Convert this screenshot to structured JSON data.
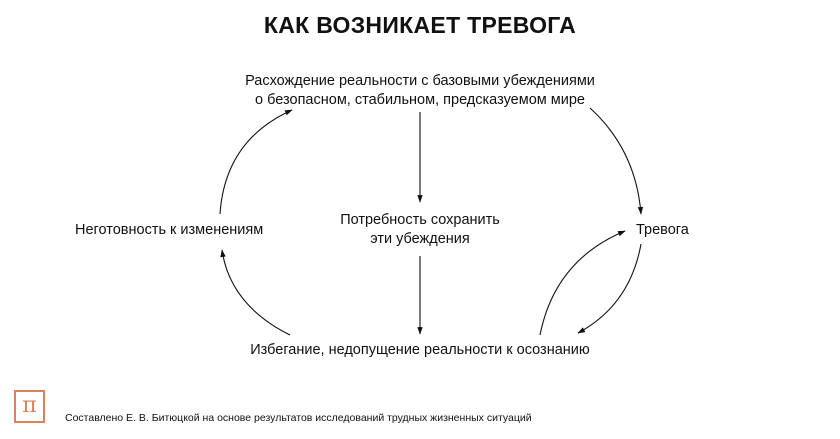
{
  "title": "КАК ВОЗНИКАЕТ ТРЕВОГА",
  "nodes": {
    "discrepancy_line1": "Расхождение реальности с базовыми убеждениями",
    "discrepancy_line2": "о безопасном, стабильном, предсказуемом мире",
    "need_line1": "Потребность сохранить",
    "need_line2": "эти убеждения",
    "unreadiness": "Неготовность к изменениям",
    "anxiety": "Тревога",
    "avoidance": "Избегание, недопущение реальности к осознанию"
  },
  "logo": {
    "glyph": "π",
    "color": "#d9835a"
  },
  "source": "Составлено Е. В. Битюцкой на основе результатов исследований трудных жизненных ситуаций"
}
